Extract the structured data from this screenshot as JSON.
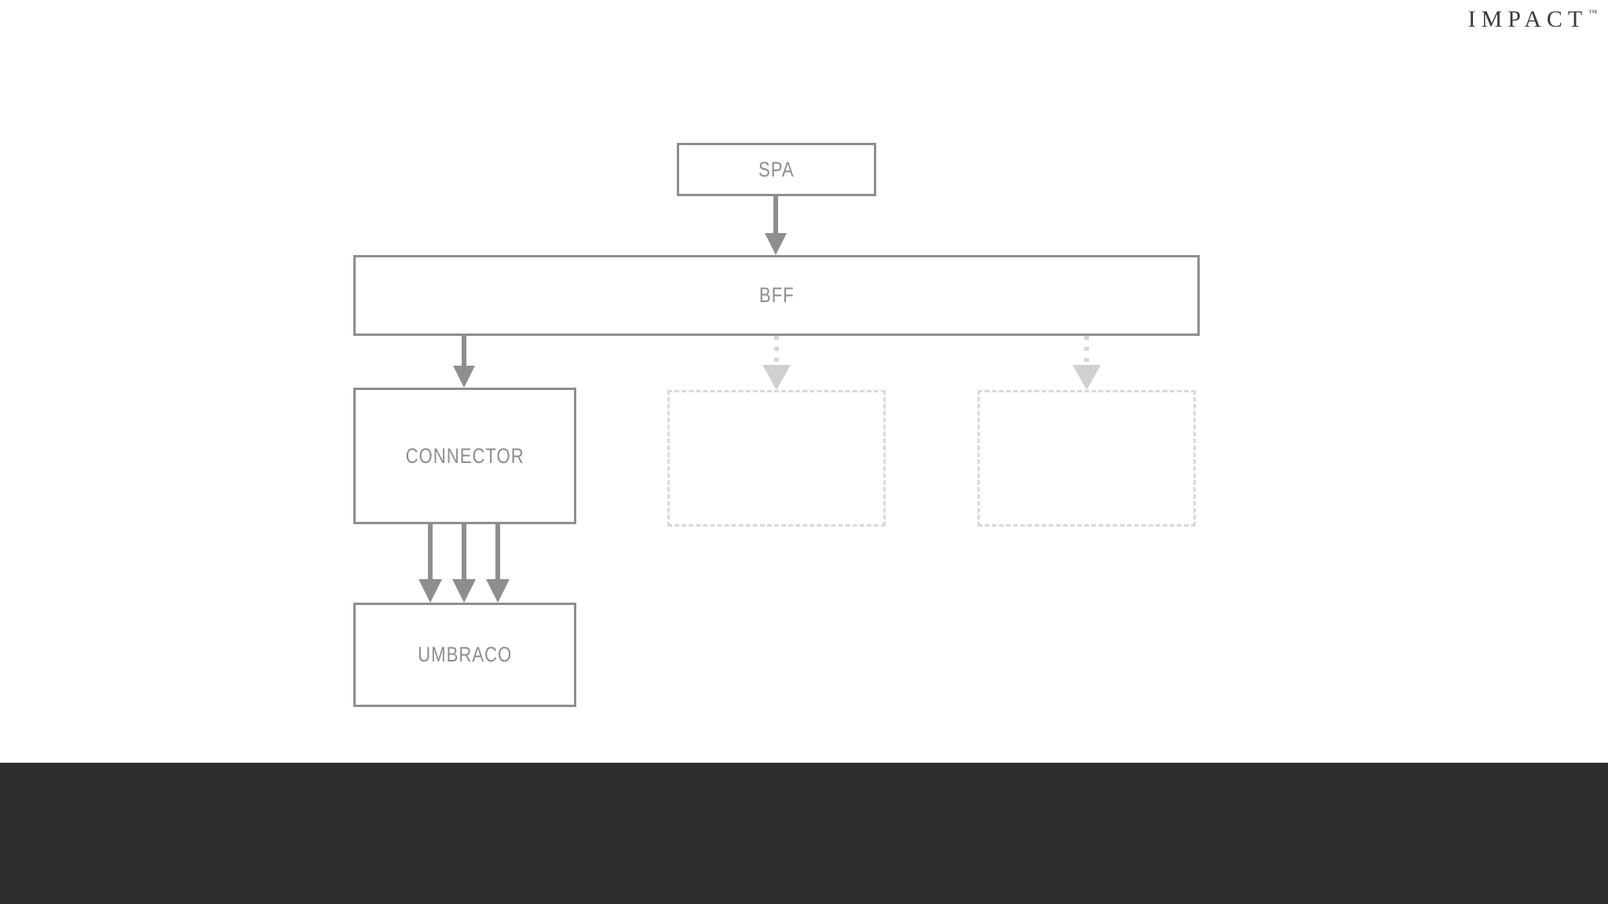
{
  "brand": {
    "wordmark": "IMPACT",
    "trademark": "™"
  },
  "diagram": {
    "title": "",
    "nodes": [
      {
        "id": "spa",
        "label": "SPA",
        "style": "solid"
      },
      {
        "id": "bff",
        "label": "BFF",
        "style": "solid"
      },
      {
        "id": "connector",
        "label": "CONNECTOR",
        "style": "solid"
      },
      {
        "id": "umbraco",
        "label": "UMBRACO",
        "style": "solid"
      },
      {
        "id": "placeholder-1",
        "label": "",
        "style": "dashed"
      },
      {
        "id": "placeholder-2",
        "label": "",
        "style": "dashed"
      }
    ],
    "edges": [
      {
        "from": "spa",
        "to": "bff",
        "style": "solid",
        "count": 1
      },
      {
        "from": "bff",
        "to": "connector",
        "style": "solid",
        "count": 1
      },
      {
        "from": "bff",
        "to": "placeholder-1",
        "style": "dotted",
        "count": 1
      },
      {
        "from": "bff",
        "to": "placeholder-2",
        "style": "dotted",
        "count": 1
      },
      {
        "from": "connector",
        "to": "umbraco",
        "style": "solid",
        "count": 3
      }
    ]
  },
  "colors": {
    "stroke_solid": "#8e8e8e",
    "stroke_dashed": "#d9d9d9",
    "text": "#8d8d8d",
    "footer": "#2e2e2e",
    "background": "#ffffff",
    "brand_text": "#3b3b3b"
  },
  "footer": {
    "label": ""
  }
}
